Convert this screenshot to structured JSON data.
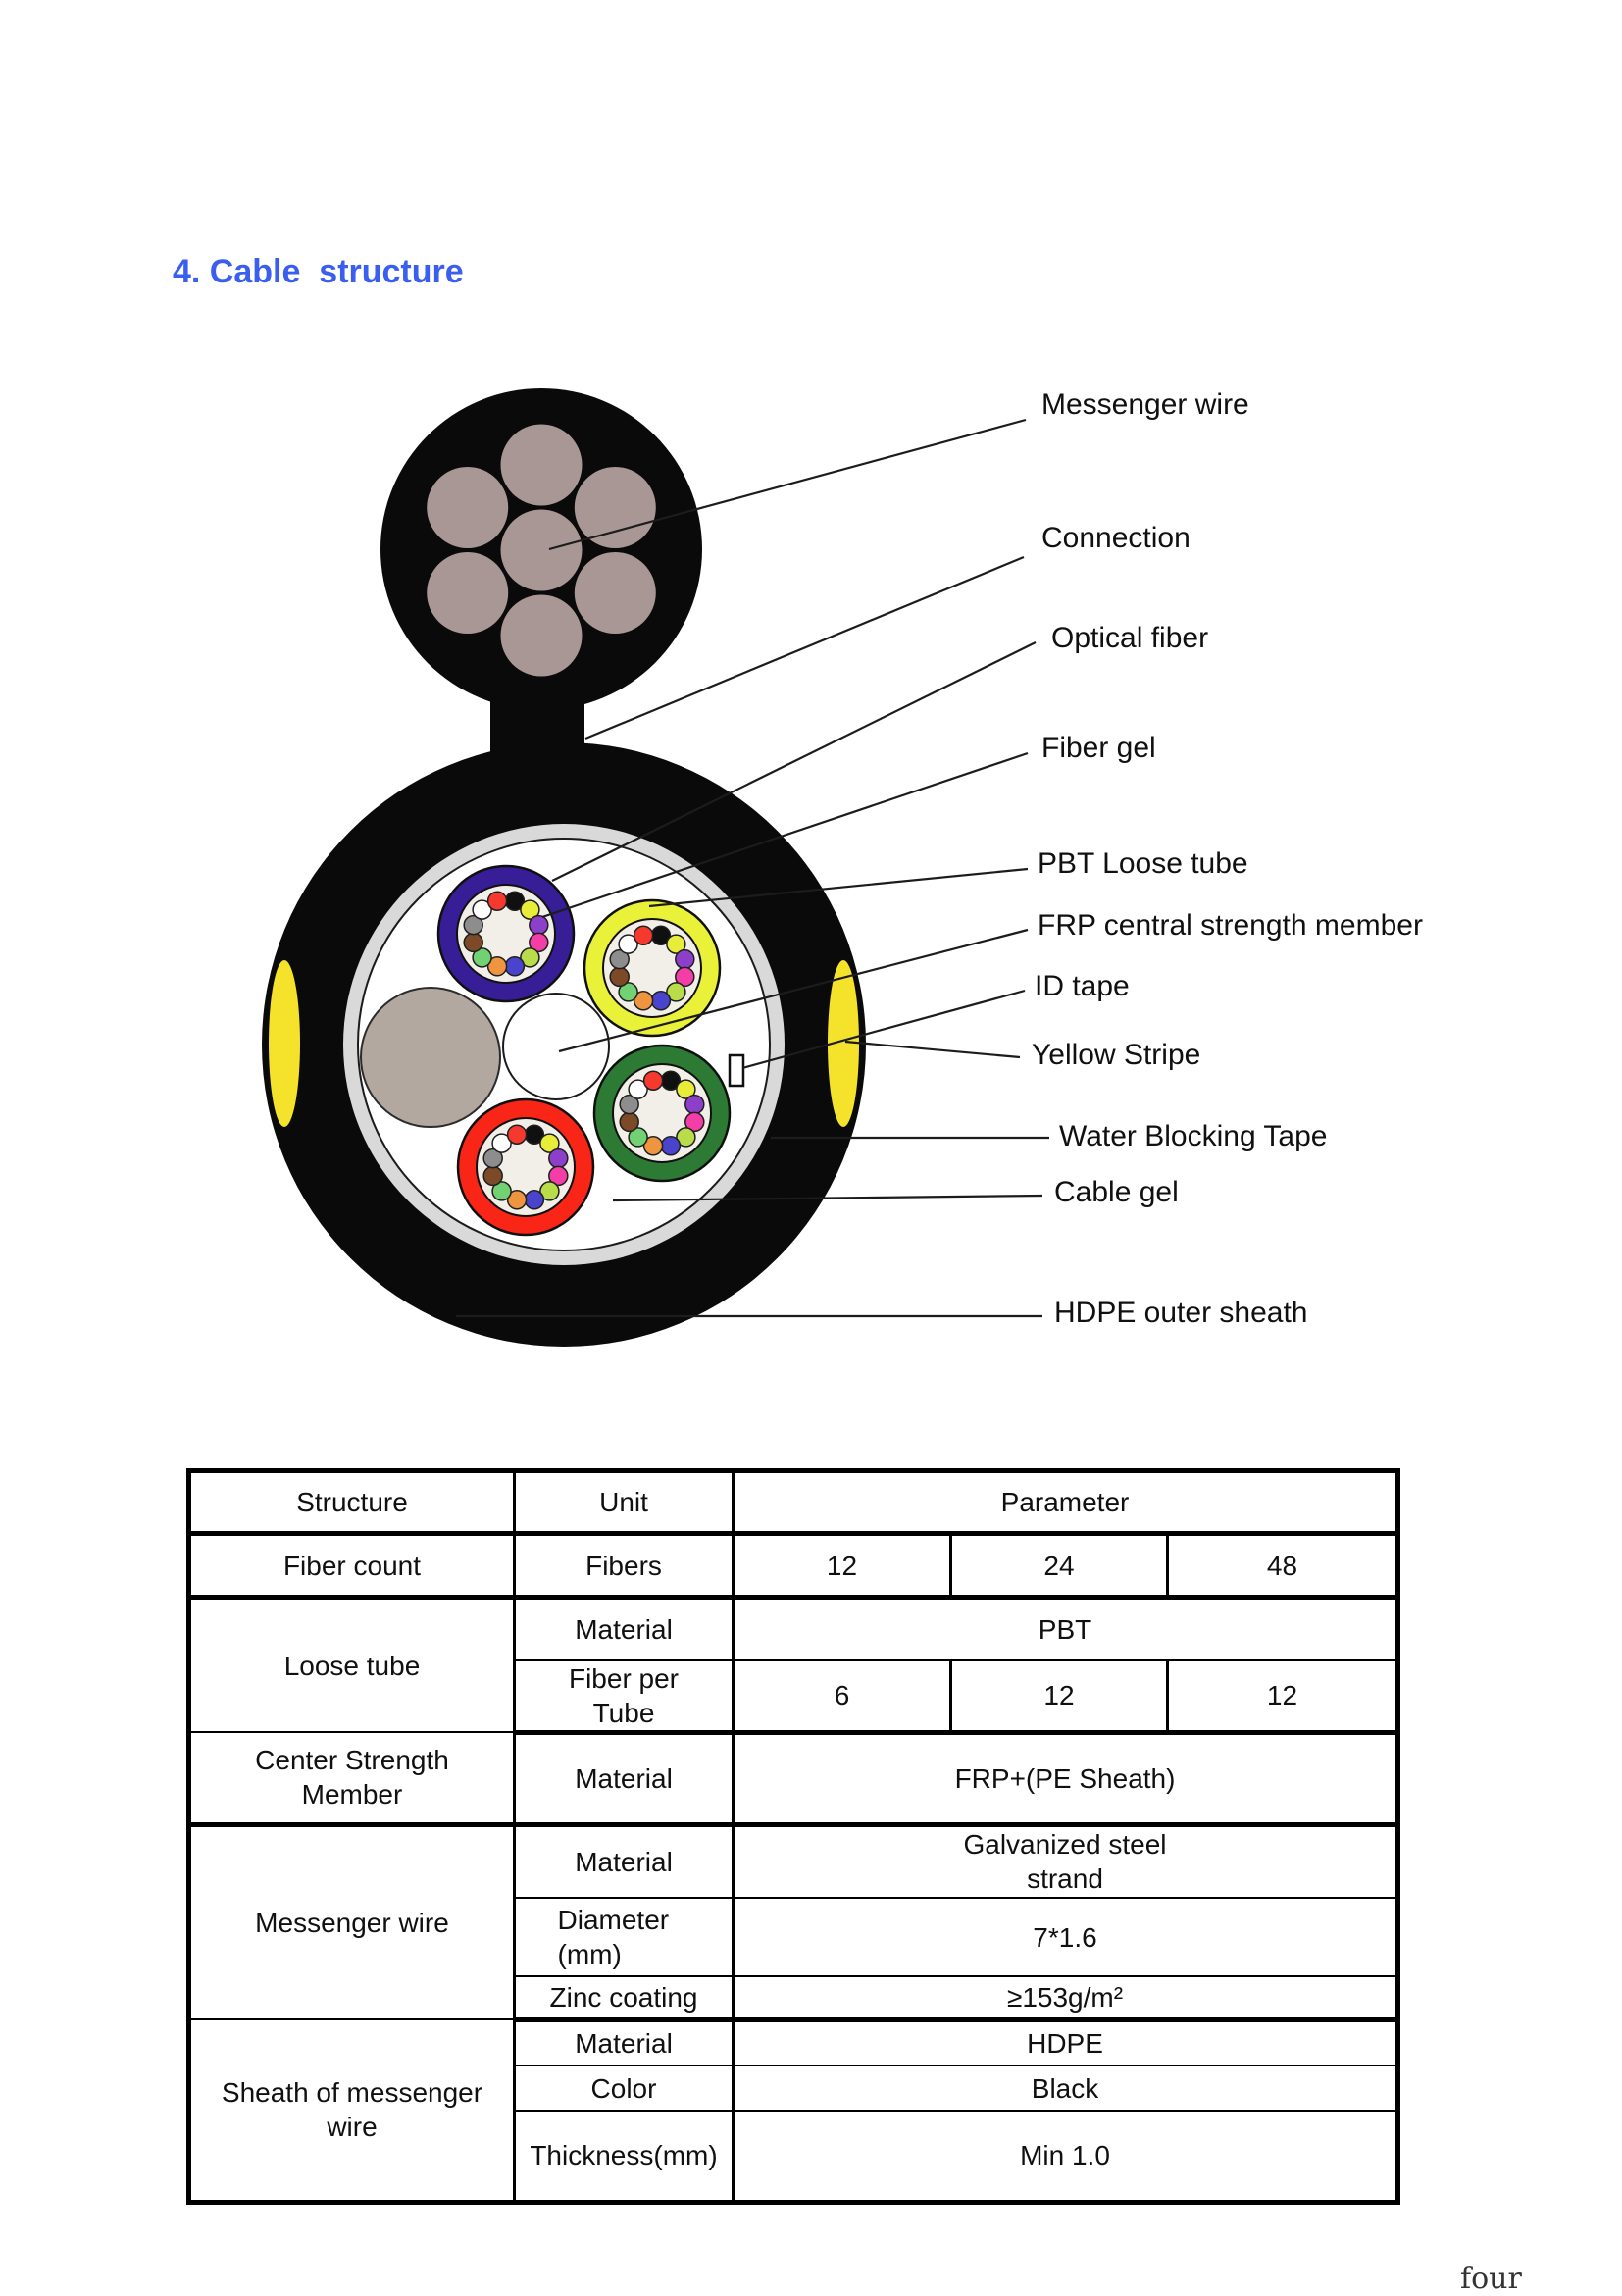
{
  "page": {
    "title": "4. Cable  structure",
    "title_color": "#3a5ef0",
    "page_number": "four"
  },
  "diagram": {
    "labels": [
      {
        "id": "messenger-wire",
        "text": "Messenger wire"
      },
      {
        "id": "connection",
        "text": "Connection"
      },
      {
        "id": "optical-fiber",
        "text": "Optical fiber"
      },
      {
        "id": "fiber-gel",
        "text": "Fiber gel"
      },
      {
        "id": "pbt-loose-tube",
        "text": "PBT Loose tube"
      },
      {
        "id": "frp-central-member",
        "text": "FRP central strength member"
      },
      {
        "id": "id-tape",
        "text": "ID tape"
      },
      {
        "id": "yellow-stripe",
        "text": "Yellow Stripe"
      },
      {
        "id": "water-blocking-tape",
        "text": "Water Blocking Tape"
      },
      {
        "id": "cable-gel",
        "text": "Cable gel"
      },
      {
        "id": "hdpe-outer-sheath",
        "text": "HDPE outer sheath"
      }
    ],
    "colors": {
      "sheath": "#0a0a0a",
      "strand": "#a89795",
      "stripe": "#f5e32b",
      "tape_ring": "#d9d9d9",
      "core_white": "#ffffff",
      "filler": "#b2a8a0",
      "tube_inner": "#f2eee8",
      "line": "#1c1c1c"
    },
    "tubes": [
      {
        "id": "tube-blue",
        "ring_color": "#371e96"
      },
      {
        "id": "tube-yellow",
        "ring_color": "#e9f138"
      },
      {
        "id": "tube-green",
        "ring_color": "#2c7a33"
      },
      {
        "id": "tube-red",
        "ring_color": "#f92517"
      }
    ],
    "fiber_palette": [
      "#101010",
      "#e8ed3a",
      "#8c3fc9",
      "#f23ea6",
      "#b9dd4a",
      "#4a44cc",
      "#f0953f",
      "#72d172",
      "#7c4a26",
      "#8d8d8d",
      "#ffffff",
      "#f5392e"
    ]
  },
  "table": {
    "header": [
      "Structure",
      "Unit",
      "Parameter"
    ],
    "rows": {
      "fiber_count": {
        "structure": "Fiber count",
        "unit": "Fibers",
        "values": [
          "12",
          "24",
          "48"
        ]
      },
      "loose_tube": {
        "structure": "Loose tube",
        "material_label": "Material",
        "material": "PBT",
        "fpt_label": "Fiber per Tube",
        "fpt": [
          "6",
          "12",
          "12"
        ]
      },
      "center_strength": {
        "structure": "Center Strength Member",
        "material_label": "Material",
        "material": "FRP+(PE Sheath)"
      },
      "messenger": {
        "structure": "Messenger wire",
        "material_label": "Material",
        "material": "Galvanized steel strand",
        "diameter_label": "Diameter (mm)",
        "diameter": "7*1.6",
        "zinc_label": "Zinc coating",
        "zinc": "≥153g/m²"
      },
      "sheath": {
        "structure": "Sheath of messenger wire",
        "material_label": "Material",
        "material": "HDPE",
        "color_label": "Color",
        "color": "Black",
        "thickness_label": "Thickness(mm)",
        "thickness": "Min 1.0"
      }
    }
  }
}
